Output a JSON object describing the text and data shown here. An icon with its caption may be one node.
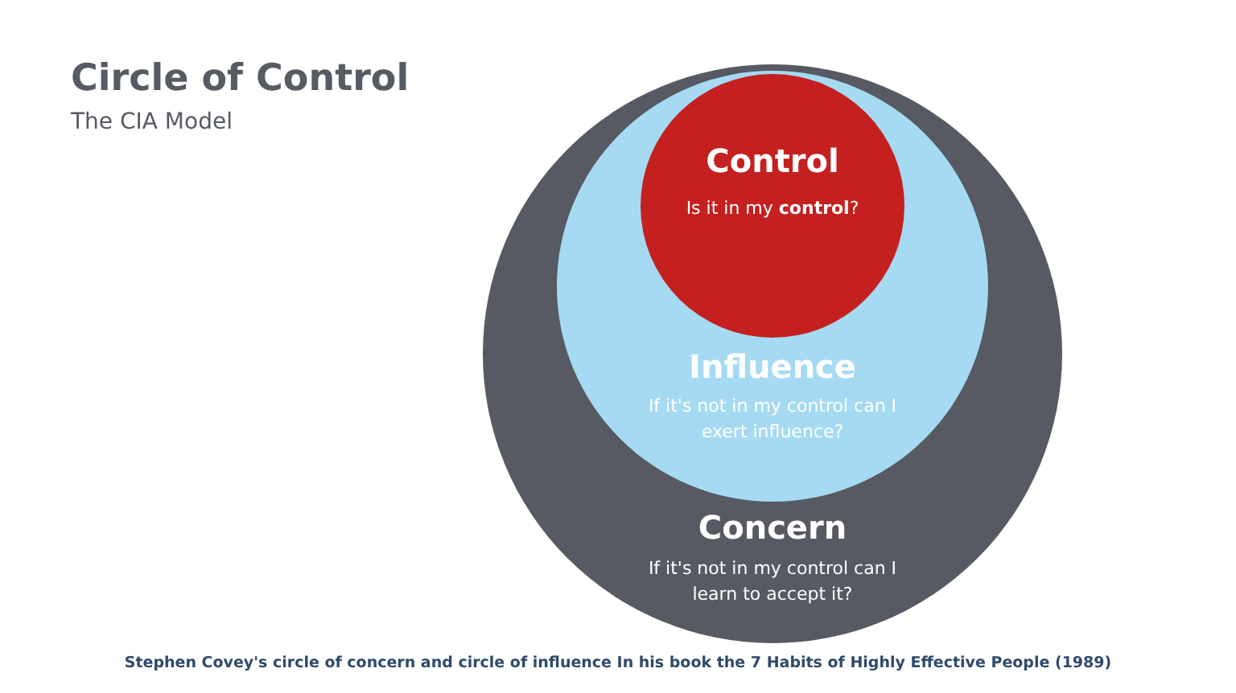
{
  "diagram": {
    "title": "Circle of Control",
    "caption": "Stephen Covey's circle of concern and circle of influence In his book the 7 Habits of Highly Effective People (1989)",
    "nodes": [
      {
        "text": [
          "Concern",
          "If it's not in my control can I learn to accept it?"
        ]
      },
      {
        "text": [
          "Influence",
          "If it's not in my control can I exert influence?"
        ],
        "in": 0
      },
      {
        "text": [
          "Control",
          "Is it in my **control**?"
        ],
        "in": 1
      }
    ],
    "edges": [],
    "labels": [
      "The CIA Model"
    ]
  }
}
